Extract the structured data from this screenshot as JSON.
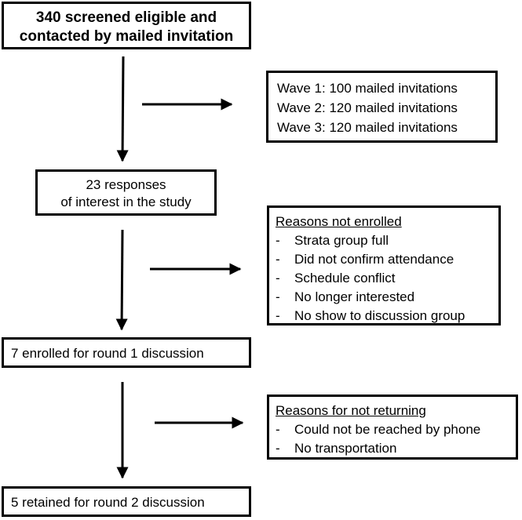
{
  "nodes": {
    "screened": {
      "line1": "340 screened eligible and",
      "line2": "contacted by mailed invitation"
    },
    "waves": {
      "items": [
        "Wave 1: 100 mailed invitations",
        "Wave 2: 120 mailed invitations",
        "Wave 3: 120 mailed invitations"
      ]
    },
    "responses": {
      "line1": "23 responses",
      "line2": "of interest in the study"
    },
    "not_enrolled": {
      "title": "Reasons not enrolled",
      "bullet": "-",
      "items": [
        "Strata group full",
        "Did not confirm attendance",
        "Schedule conflict",
        "No longer interested",
        "No show to discussion group"
      ]
    },
    "enrolled": {
      "text": "7 enrolled for round 1 discussion"
    },
    "not_returning": {
      "title": "Reasons for not returning",
      "bullet": "-",
      "items": [
        "Could not be reached by phone",
        "No transportation"
      ]
    },
    "retained": {
      "text": "5 retained for round 2 discussion"
    }
  }
}
